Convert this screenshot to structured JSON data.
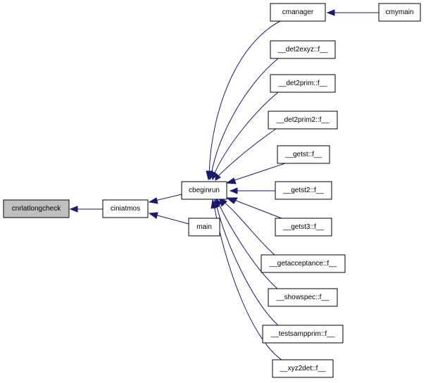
{
  "graph": {
    "edge_color": "#191970",
    "highlight_color": "#bfbfbf",
    "nodes": [
      {
        "id": "cnrlatlongcheck",
        "label": "cnrlatlongcheck",
        "highlight": true
      },
      {
        "id": "ciniatmos",
        "label": "ciniatmos"
      },
      {
        "id": "cbeginrun",
        "label": "cbeginrun"
      },
      {
        "id": "main",
        "label": "main"
      },
      {
        "id": "cmanager",
        "label": "cmanager"
      },
      {
        "id": "cmymain",
        "label": "cmymain"
      },
      {
        "id": "det2exyz",
        "label": "__det2exyz::f__"
      },
      {
        "id": "det2prim",
        "label": "__det2prim::f__"
      },
      {
        "id": "det2prim2",
        "label": "__det2prim2::f__"
      },
      {
        "id": "getst",
        "label": "__getst::f__"
      },
      {
        "id": "getst2",
        "label": "__getst2::f__"
      },
      {
        "id": "getst3",
        "label": "__getst3::f__"
      },
      {
        "id": "getacceptance",
        "label": "__getacceptance::f__"
      },
      {
        "id": "showspec",
        "label": "__showspec::f__"
      },
      {
        "id": "testsampprim",
        "label": "__testsampprim::f__"
      },
      {
        "id": "xyz2det",
        "label": "__xyz2det::f__"
      }
    ],
    "edges": [
      {
        "from": "ciniatmos",
        "to": "cnrlatlongcheck"
      },
      {
        "from": "cbeginrun",
        "to": "ciniatmos"
      },
      {
        "from": "main",
        "to": "ciniatmos"
      },
      {
        "from": "cmanager",
        "to": "cbeginrun"
      },
      {
        "from": "det2exyz",
        "to": "cbeginrun"
      },
      {
        "from": "det2prim",
        "to": "cbeginrun"
      },
      {
        "from": "det2prim2",
        "to": "cbeginrun"
      },
      {
        "from": "getst",
        "to": "cbeginrun"
      },
      {
        "from": "getst2",
        "to": "cbeginrun"
      },
      {
        "from": "getst3",
        "to": "cbeginrun"
      },
      {
        "from": "getacceptance",
        "to": "cbeginrun"
      },
      {
        "from": "showspec",
        "to": "cbeginrun"
      },
      {
        "from": "testsampprim",
        "to": "cbeginrun"
      },
      {
        "from": "xyz2det",
        "to": "cbeginrun"
      },
      {
        "from": "cmymain",
        "to": "cmanager"
      }
    ]
  }
}
